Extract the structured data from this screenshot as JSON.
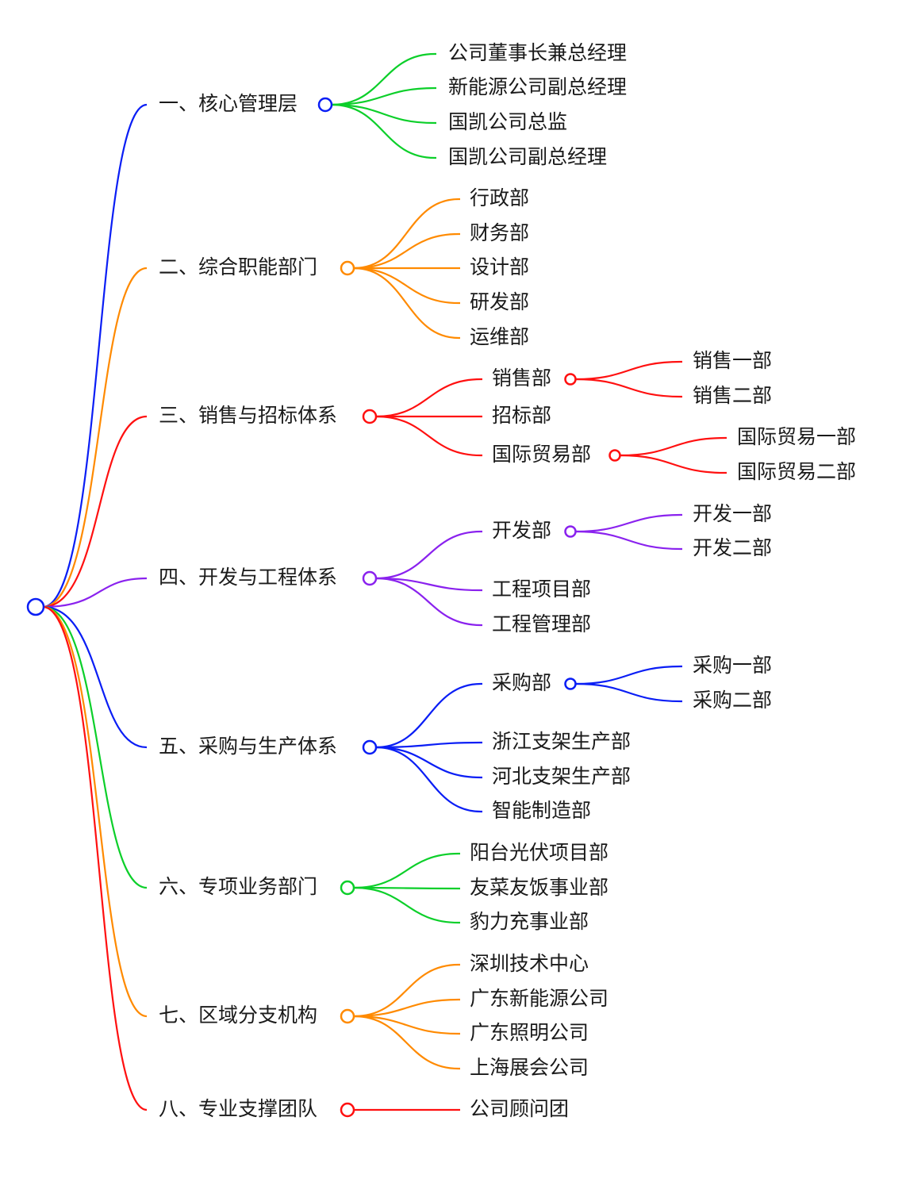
{
  "colors": {
    "blue": "#0a1ef5",
    "orange": "#ff8a00",
    "red": "#ff1010",
    "purple": "#8a22ee",
    "green": "#0ccf2a"
  },
  "branches": [
    {
      "label": "一、核心管理层",
      "root_color": "blue",
      "color": "green",
      "children": [
        {
          "label": "公司董事长兼总经理"
        },
        {
          "label": "新能源公司副总经理"
        },
        {
          "label": "国凯公司总监"
        },
        {
          "label": "国凯公司副总经理"
        }
      ]
    },
    {
      "label": "二、综合职能部门",
      "root_color": "orange",
      "color": "orange",
      "children": [
        {
          "label": "行政部"
        },
        {
          "label": "财务部"
        },
        {
          "label": "设计部"
        },
        {
          "label": "研发部"
        },
        {
          "label": "运维部"
        }
      ]
    },
    {
      "label": "三、销售与招标体系",
      "root_color": "red",
      "color": "red",
      "children": [
        {
          "label": "销售部",
          "children": [
            {
              "label": "销售一部"
            },
            {
              "label": "销售二部"
            }
          ]
        },
        {
          "label": "招标部"
        },
        {
          "label": "国际贸易部",
          "children": [
            {
              "label": "国际贸易一部"
            },
            {
              "label": "国际贸易二部"
            }
          ]
        }
      ]
    },
    {
      "label": "四、开发与工程体系",
      "root_color": "purple",
      "color": "purple",
      "children": [
        {
          "label": "开发部",
          "children": [
            {
              "label": "开发一部"
            },
            {
              "label": "开发二部"
            }
          ]
        },
        {
          "label": "工程项目部"
        },
        {
          "label": "工程管理部"
        }
      ]
    },
    {
      "label": "五、采购与生产体系",
      "root_color": "blue",
      "color": "blue",
      "children": [
        {
          "label": "采购部",
          "children": [
            {
              "label": "采购一部"
            },
            {
              "label": "采购二部"
            }
          ]
        },
        {
          "label": "浙江支架生产部"
        },
        {
          "label": "河北支架生产部"
        },
        {
          "label": "智能制造部"
        }
      ]
    },
    {
      "label": "六、专项业务部门",
      "root_color": "green",
      "color": "green",
      "children": [
        {
          "label": "阳台光伏项目部"
        },
        {
          "label": "友菜友饭事业部"
        },
        {
          "label": "豹力充事业部"
        }
      ]
    },
    {
      "label": "七、区域分支机构",
      "root_color": "orange",
      "color": "orange",
      "children": [
        {
          "label": "深圳技术中心"
        },
        {
          "label": "广东新能源公司"
        },
        {
          "label": "广东照明公司"
        },
        {
          "label": "上海展会公司"
        }
      ]
    },
    {
      "label": "八、专业支撑团队",
      "root_color": "red",
      "color": "red",
      "children": [
        {
          "label": "公司顾问团"
        }
      ]
    }
  ]
}
